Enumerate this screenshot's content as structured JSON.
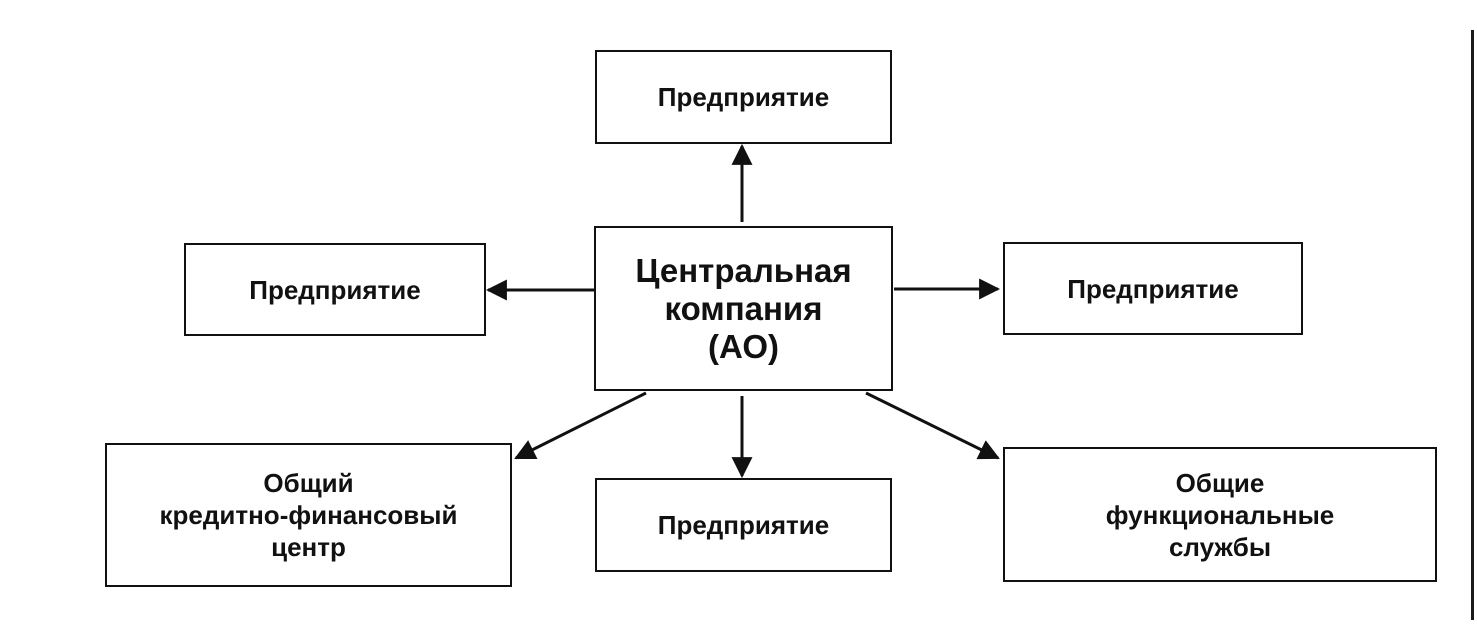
{
  "diagram": {
    "center": {
      "lines": [
        "Центральная",
        "компания",
        "(АО)"
      ]
    },
    "top": {
      "lines": [
        "Предприятие"
      ]
    },
    "left": {
      "lines": [
        "Предприятие"
      ]
    },
    "right": {
      "lines": [
        "Предприятие"
      ]
    },
    "bottom_left": {
      "lines": [
        "Общий",
        "кредитно-финансовый",
        "центр"
      ]
    },
    "bottom_center": {
      "lines": [
        "Предприятие"
      ]
    },
    "bottom_right": {
      "lines": [
        "Общие",
        "функциональные",
        "службы"
      ]
    }
  },
  "colors": {
    "stroke": "#111111",
    "background": "#ffffff"
  }
}
